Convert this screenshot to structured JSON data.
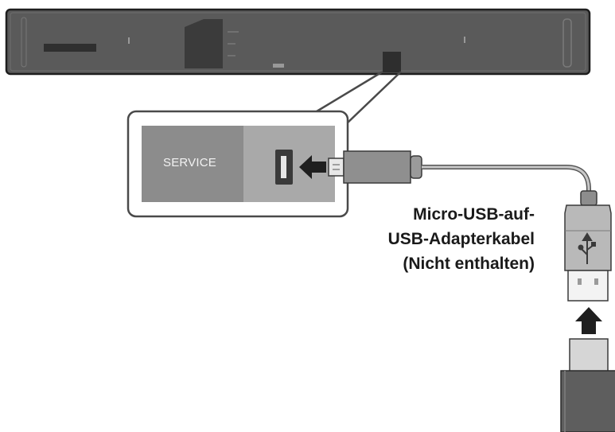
{
  "labels": {
    "port_label": "SERVICE",
    "caption_line1": "Micro-USB-auf-",
    "caption_line2": "USB-Adapterkabel",
    "caption_line3": "(Nicht enthalten)"
  },
  "icons": {
    "cable_symbol": "usb-icon",
    "insert_arrow_left": "arrow-left-icon",
    "insert_arrow_up": "arrow-up-icon"
  },
  "colors": {
    "device_body": "#5a5a5a",
    "device_outline": "#222222",
    "panel_left": "#8a8a8a",
    "panel_right": "#a9a9a9",
    "callout_fill": "#ffffff",
    "callout_outline": "#4a4a4a",
    "plug_light": "#cfcfcf",
    "plug_dark": "#666666"
  }
}
